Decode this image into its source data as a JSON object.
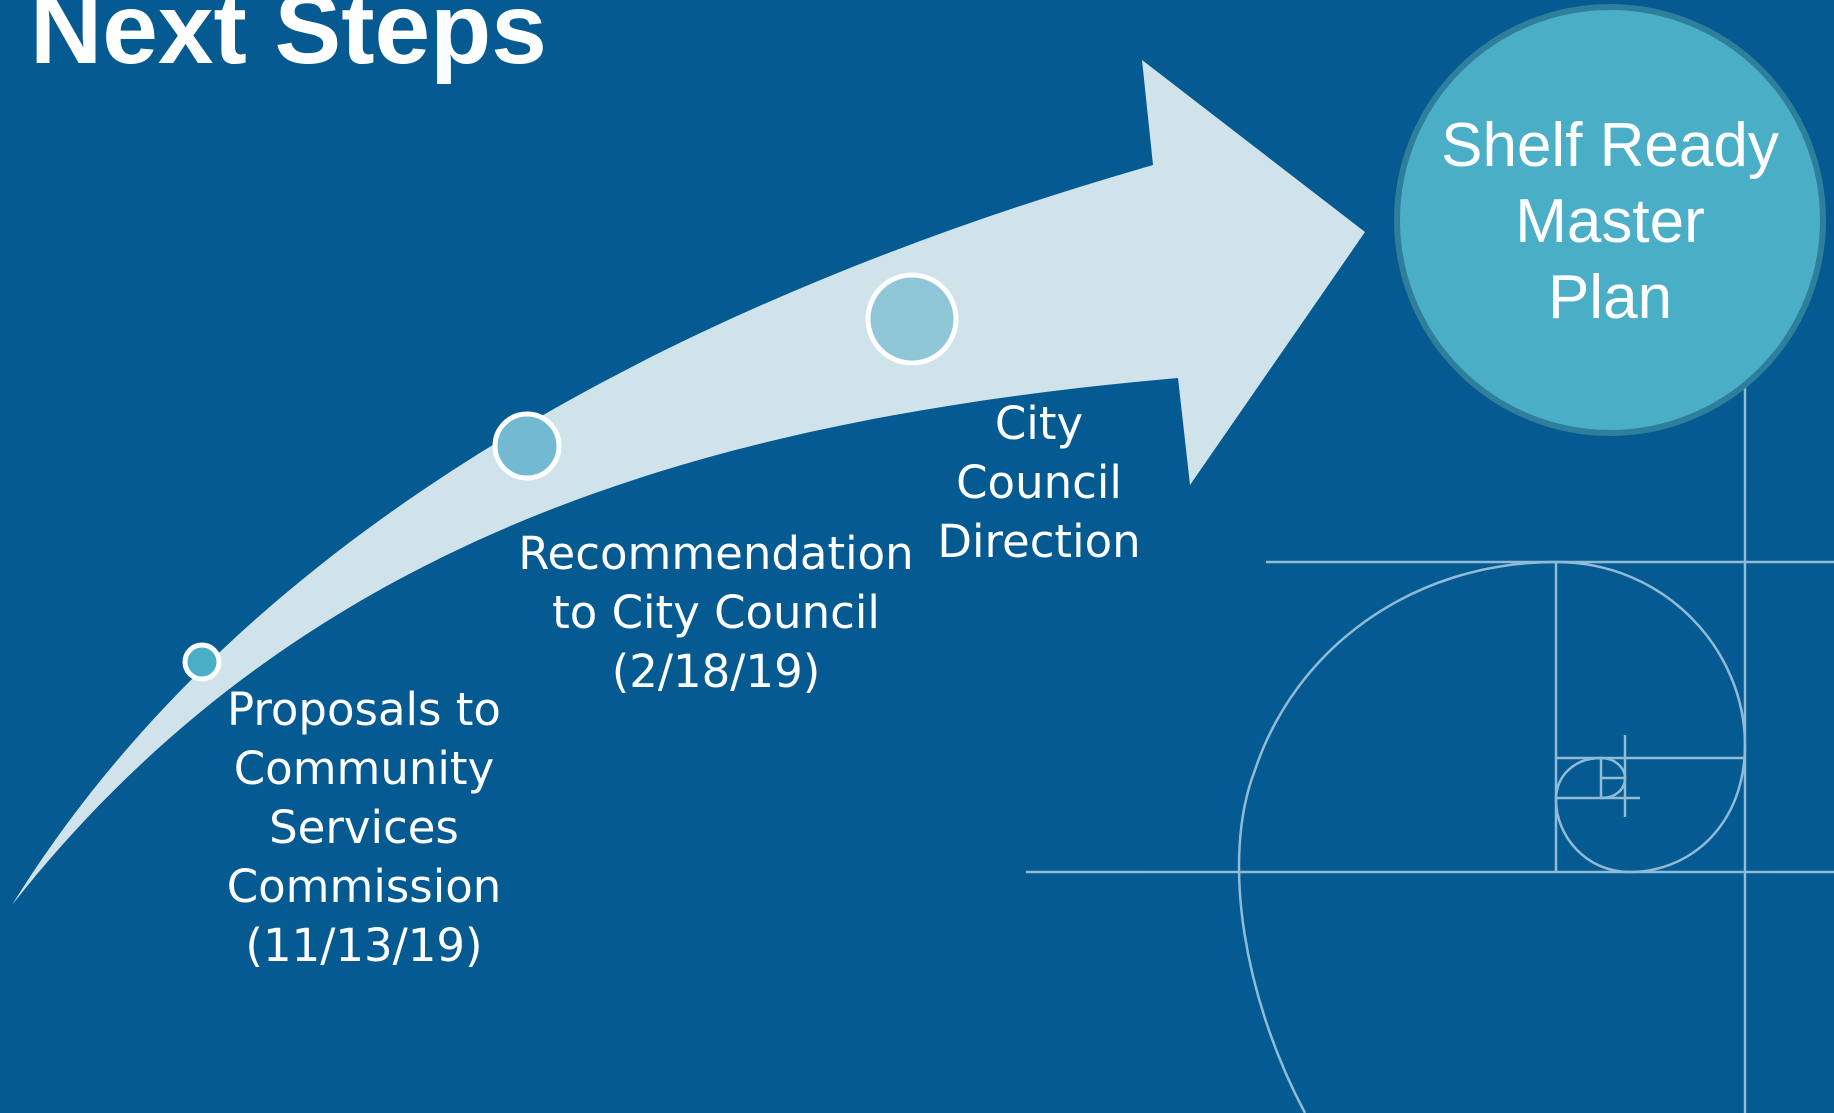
{
  "slide": {
    "title": "Next Steps"
  },
  "steps": [
    {
      "lines": [
        "Proposals to",
        "Community",
        "Services",
        "Commission",
        "(11/13/19)"
      ]
    },
    {
      "lines": [
        "Recommendation",
        "to City Council",
        "(2/18/19)"
      ]
    },
    {
      "lines": [
        "City",
        "Council",
        "Direction"
      ]
    }
  ],
  "goal": {
    "lines": [
      "Shelf Ready",
      "Master",
      "Plan"
    ]
  },
  "colors": {
    "background": "#045a91",
    "arrow": "#d0e2ea",
    "goal_circle": "#4aaec6",
    "goal_circle_border": "#2d7f9c",
    "step_dot_1": "#4aaec6",
    "step_dot_2": "#72b9d1",
    "step_dot_3": "#8fc7d8",
    "guide_lines": "#9fc6de"
  },
  "icons": {
    "background_decoration": "golden-spiral-icon"
  }
}
